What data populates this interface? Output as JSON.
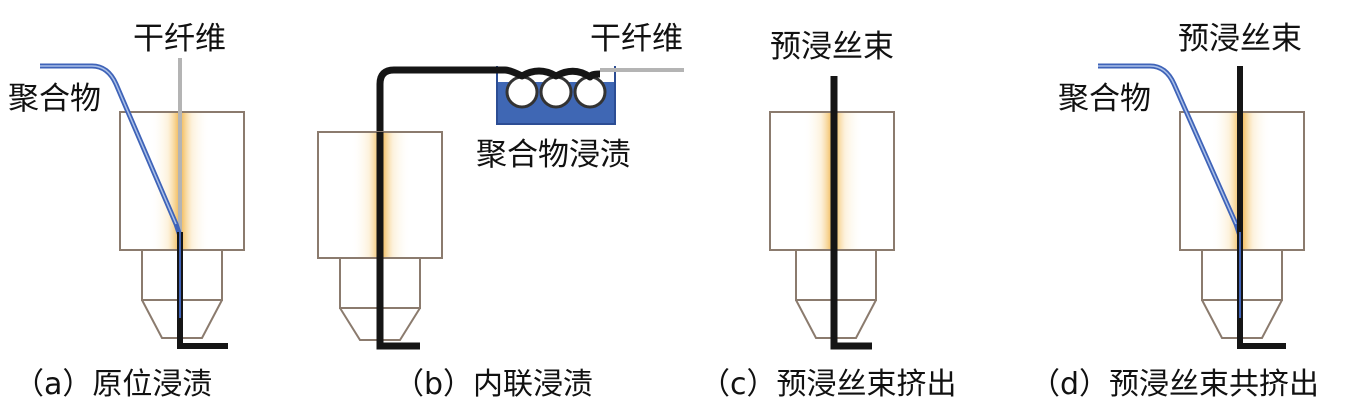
{
  "panels": [
    {
      "id": "a",
      "caption": "（a）原位浸渍",
      "labels": {
        "fiber": "干纤维",
        "polymer": "聚合物"
      }
    },
    {
      "id": "b",
      "caption": "（b）内联浸渍",
      "labels": {
        "fiber": "干纤维",
        "bath": "聚合物浸渍"
      }
    },
    {
      "id": "c",
      "caption": "（c）预浸丝束挤出",
      "labels": {
        "tow": "预浸丝束"
      }
    },
    {
      "id": "d",
      "caption": "（d）预浸丝束共挤出",
      "labels": {
        "tow": "预浸丝束",
        "polymer": "聚合物"
      }
    }
  ],
  "colors": {
    "outline": "#8b7b6e",
    "polymer": "#3f63b8",
    "polymer_bath": "#3f67b4",
    "dry_fiber": "#b4b4b4",
    "tow": "#151515",
    "heat_core": "#f0b040"
  }
}
